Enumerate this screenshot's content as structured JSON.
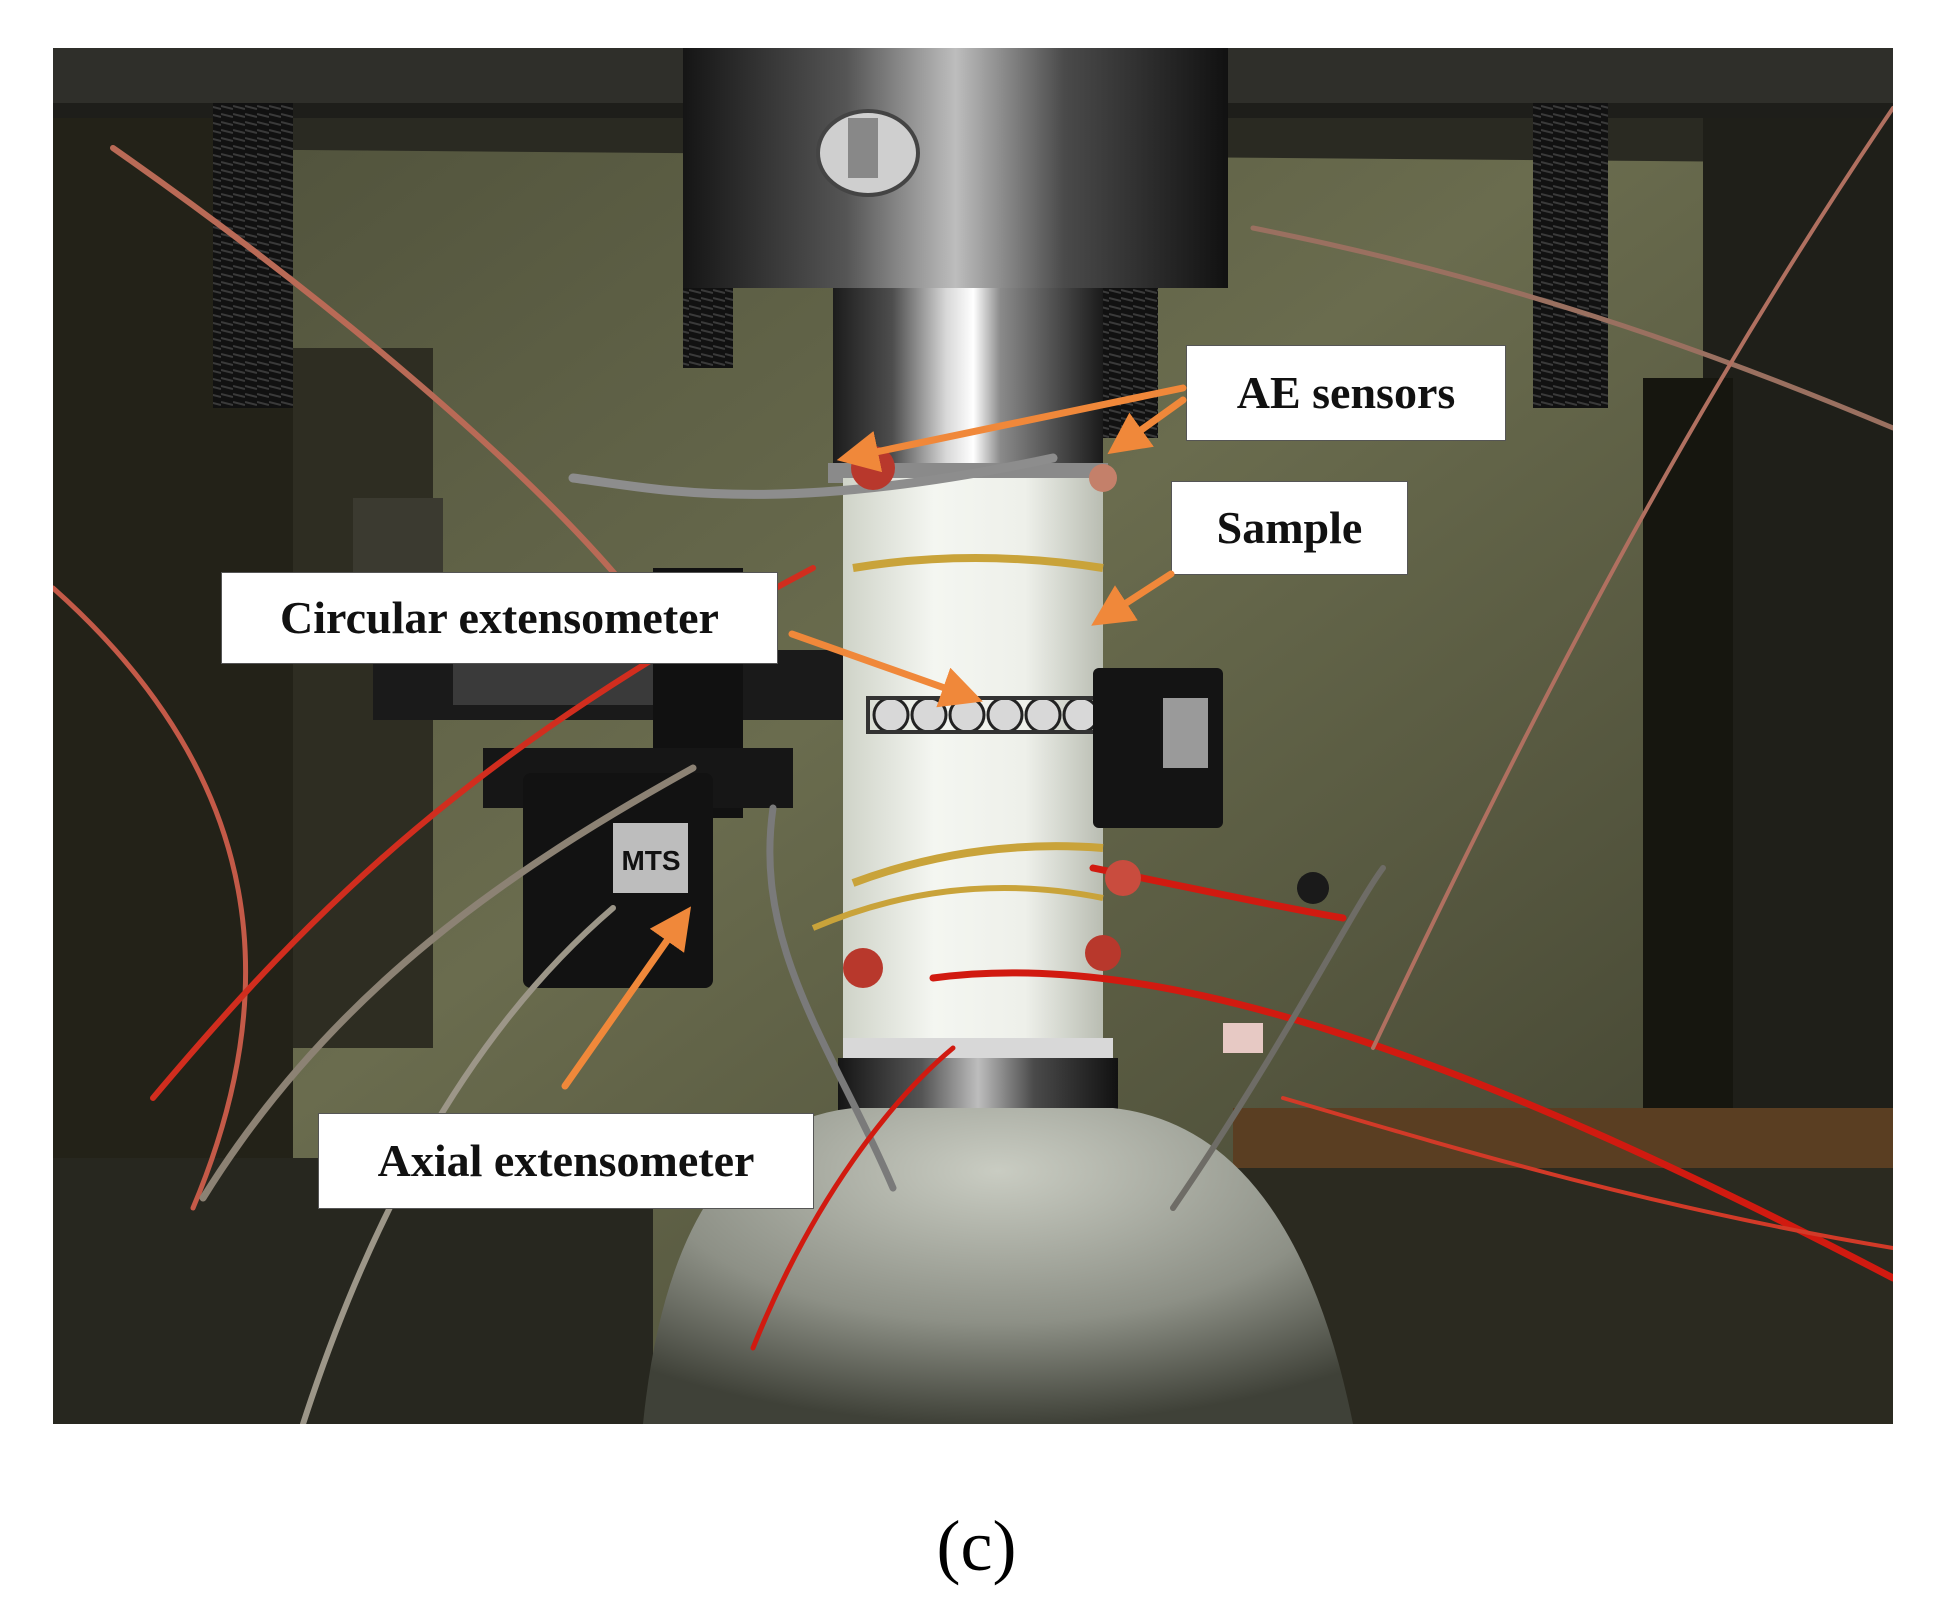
{
  "figure": {
    "panel_label": "(c)",
    "photo_subject": "triaxial test apparatus with a cylindrical rock sample",
    "annotations": {
      "ae_sensors": "AE sensors",
      "sample": "Sample",
      "circular_extensometer": "Circular extensometer",
      "axial_extensometer": "Axial extensometer"
    },
    "arrow_color": "#f0883a"
  }
}
